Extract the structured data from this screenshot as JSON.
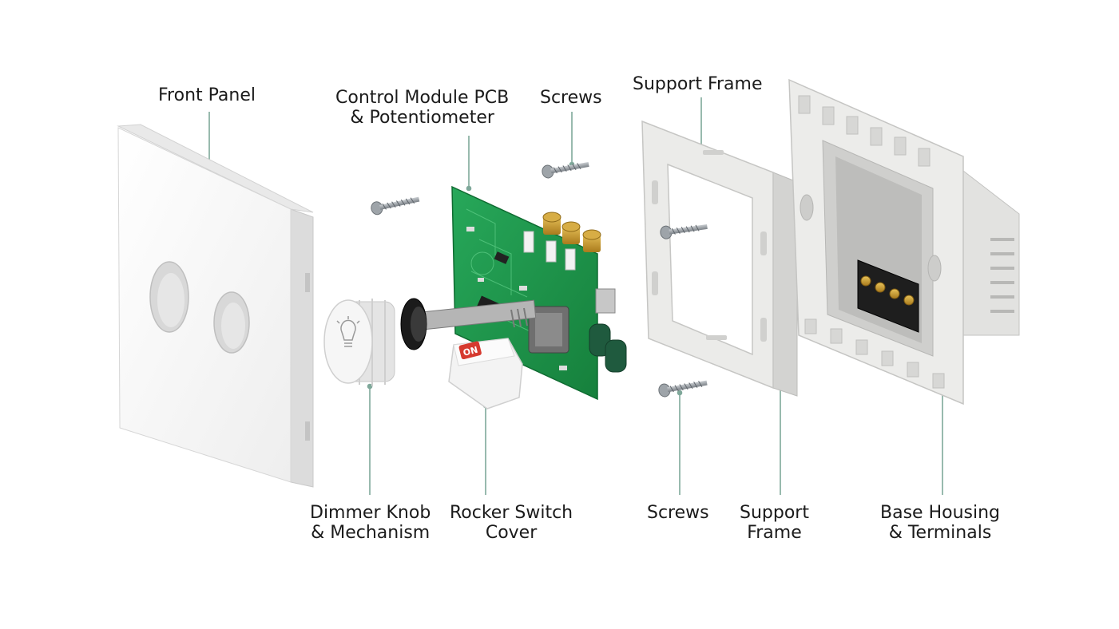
{
  "labels": {
    "front_panel": "Front Panel",
    "pcb_line1": "Control Module PCB",
    "pcb_line2": "& Potentiometer",
    "screws_top": "Screws",
    "support_frame_top": "Support Frame",
    "dimmer_line1": "Dimmer Knob",
    "dimmer_line2": "& Mechanism",
    "rocker_line1": "Rocker Switch",
    "rocker_line2": "Cover",
    "screws_bottom": "Screws",
    "support_frame_bottom_line1": "Support",
    "support_frame_bottom_line2": "Frame",
    "base_line1": "Base Housing",
    "base_line2": "& Terminals"
  },
  "switch_text": "ON",
  "colors": {
    "leader_line": "#7fa89a",
    "pcb_green": "#1f9a4d",
    "plastic_white": "#f4f4f4",
    "frame_grey": "#e4e4e2",
    "switch_red": "#d63a2f"
  }
}
